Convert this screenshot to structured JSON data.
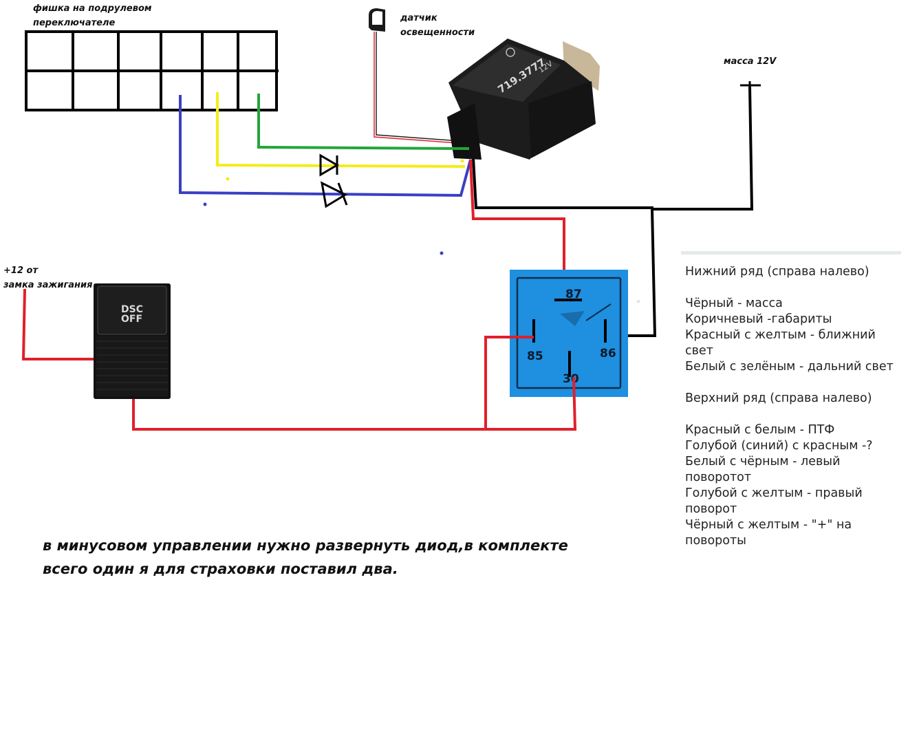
{
  "connector": {
    "label_line1": "фишка на подрулевом",
    "label_line2": "переключателе"
  },
  "sensor": {
    "label_line1": "датчик",
    "label_line2": "освещенности"
  },
  "ground": {
    "label": "масса 12V"
  },
  "ignition": {
    "label_line1": "+12 от",
    "label_line2": "замка зажигания"
  },
  "dsc_button": {
    "text_line1": "DSC",
    "text_line2": "OFF"
  },
  "module": {
    "model": "719.3777",
    "text": "12V"
  },
  "relay": {
    "pin_87": "87",
    "pin_85": "85",
    "pin_86": "86",
    "pin_30": "30"
  },
  "legend": {
    "lines": [
      "Нижний ряд (справа налево)",
      "",
      "Чёрный - масса",
      "Коричневый -габариты",
      "Красный с желтым - ближний",
      "свет",
      "Белый с зелёным - дальний свет",
      "",
      "Верхний ряд (справа налево)",
      "",
      "Красный с белым - ПТФ",
      "Голубой (синий) с красным -?",
      "Белый с чёрным - левый",
      "поворотот",
      "Голубой с желтым - правый",
      "поворот",
      "Чёрный с желтым - \"+\" на",
      "повороты"
    ]
  },
  "note": {
    "line1": "в минусовом управлении нужно развернуть диод,в комплекте",
    "line2": "всего один я для страховки поставил два."
  },
  "colors": {
    "wire_red": "#e0202a",
    "wire_blue": "#3a3fc4",
    "wire_yellow": "#f4ec1a",
    "wire_green": "#22a63a",
    "wire_black": "#000000",
    "relay_fill": "#1f8fe0"
  }
}
